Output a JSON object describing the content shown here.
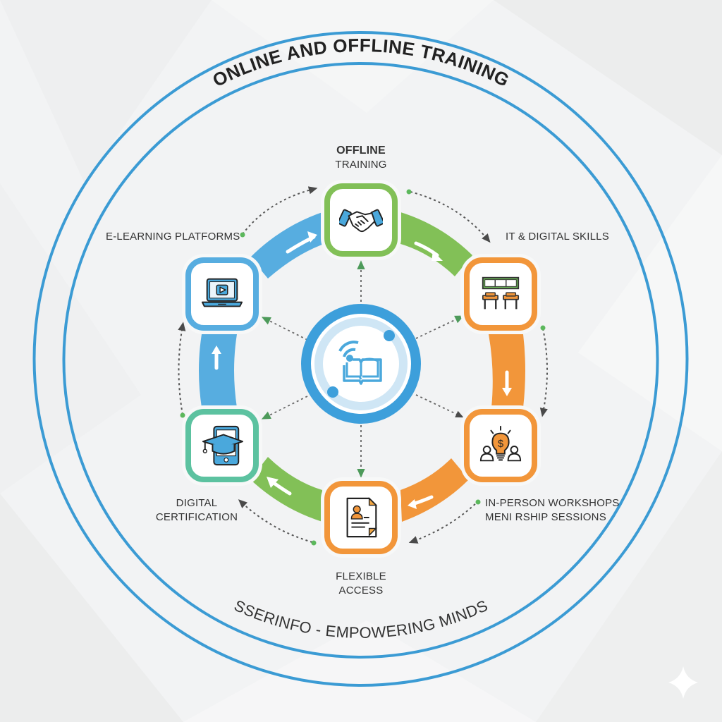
{
  "title": "ONLINE AND OFFLINE TRAINING",
  "footer": "SSERINFO - EMPOWERING MINDS",
  "colors": {
    "ring": "#3b9bd4",
    "blue": "#57ade0",
    "green": "#82c057",
    "orange": "#f2963a",
    "teal": "#5cc2a0",
    "text": "#333333",
    "connector": "#555555",
    "dot": "#5cb85c"
  },
  "hub": {
    "name": "online-learning-hub",
    "icon": "wifi-book-icon"
  },
  "nodes": [
    {
      "id": "offline-training",
      "label_line1": "OFFLINE",
      "label_line2": "TRAINING",
      "icon": "handshake-icon",
      "border": "#82c057"
    },
    {
      "id": "it-digital-skills",
      "label_line1": "IT & DIGITAL SKILLS",
      "label_line2": "",
      "icon": "classroom-icon",
      "border": "#f2963a"
    },
    {
      "id": "in-person-workshops",
      "label_line1": "IN-PERSON WORKSHOPS",
      "label_line2": "MENI RSHIP SESSIONS",
      "icon": "lightbulb-people-icon",
      "border": "#f2963a"
    },
    {
      "id": "flexible-access",
      "label_line1": "FLEXIBLE",
      "label_line2": "ACCESS",
      "icon": "resume-document-icon",
      "border": "#f2963a"
    },
    {
      "id": "digital-certification",
      "label_line1": "DIGITAL",
      "label_line2": "CERTIFICATION",
      "icon": "tablet-graduation-icon",
      "border": "#5cc2a0"
    },
    {
      "id": "e-learning-platforms",
      "label_line1": "E-LEARNING PLATFORMS",
      "label_line2": "",
      "icon": "laptop-video-icon",
      "border": "#57ade0"
    }
  ],
  "cycle_arrows": [
    {
      "from": "e-learning-platforms",
      "to": "offline-training",
      "color": "#57ade0"
    },
    {
      "from": "offline-training",
      "to": "it-digital-skills",
      "color": "#82c057"
    },
    {
      "from": "it-digital-skills",
      "to": "in-person-workshops",
      "color": "#f2963a"
    },
    {
      "from": "in-person-workshops",
      "to": "flexible-access",
      "color": "#f2963a"
    },
    {
      "from": "flexible-access",
      "to": "digital-certification",
      "color": "#82c057"
    },
    {
      "from": "digital-certification",
      "to": "e-learning-platforms",
      "color": "#57ade0"
    }
  ],
  "watermark_icon": "sparkle-icon"
}
